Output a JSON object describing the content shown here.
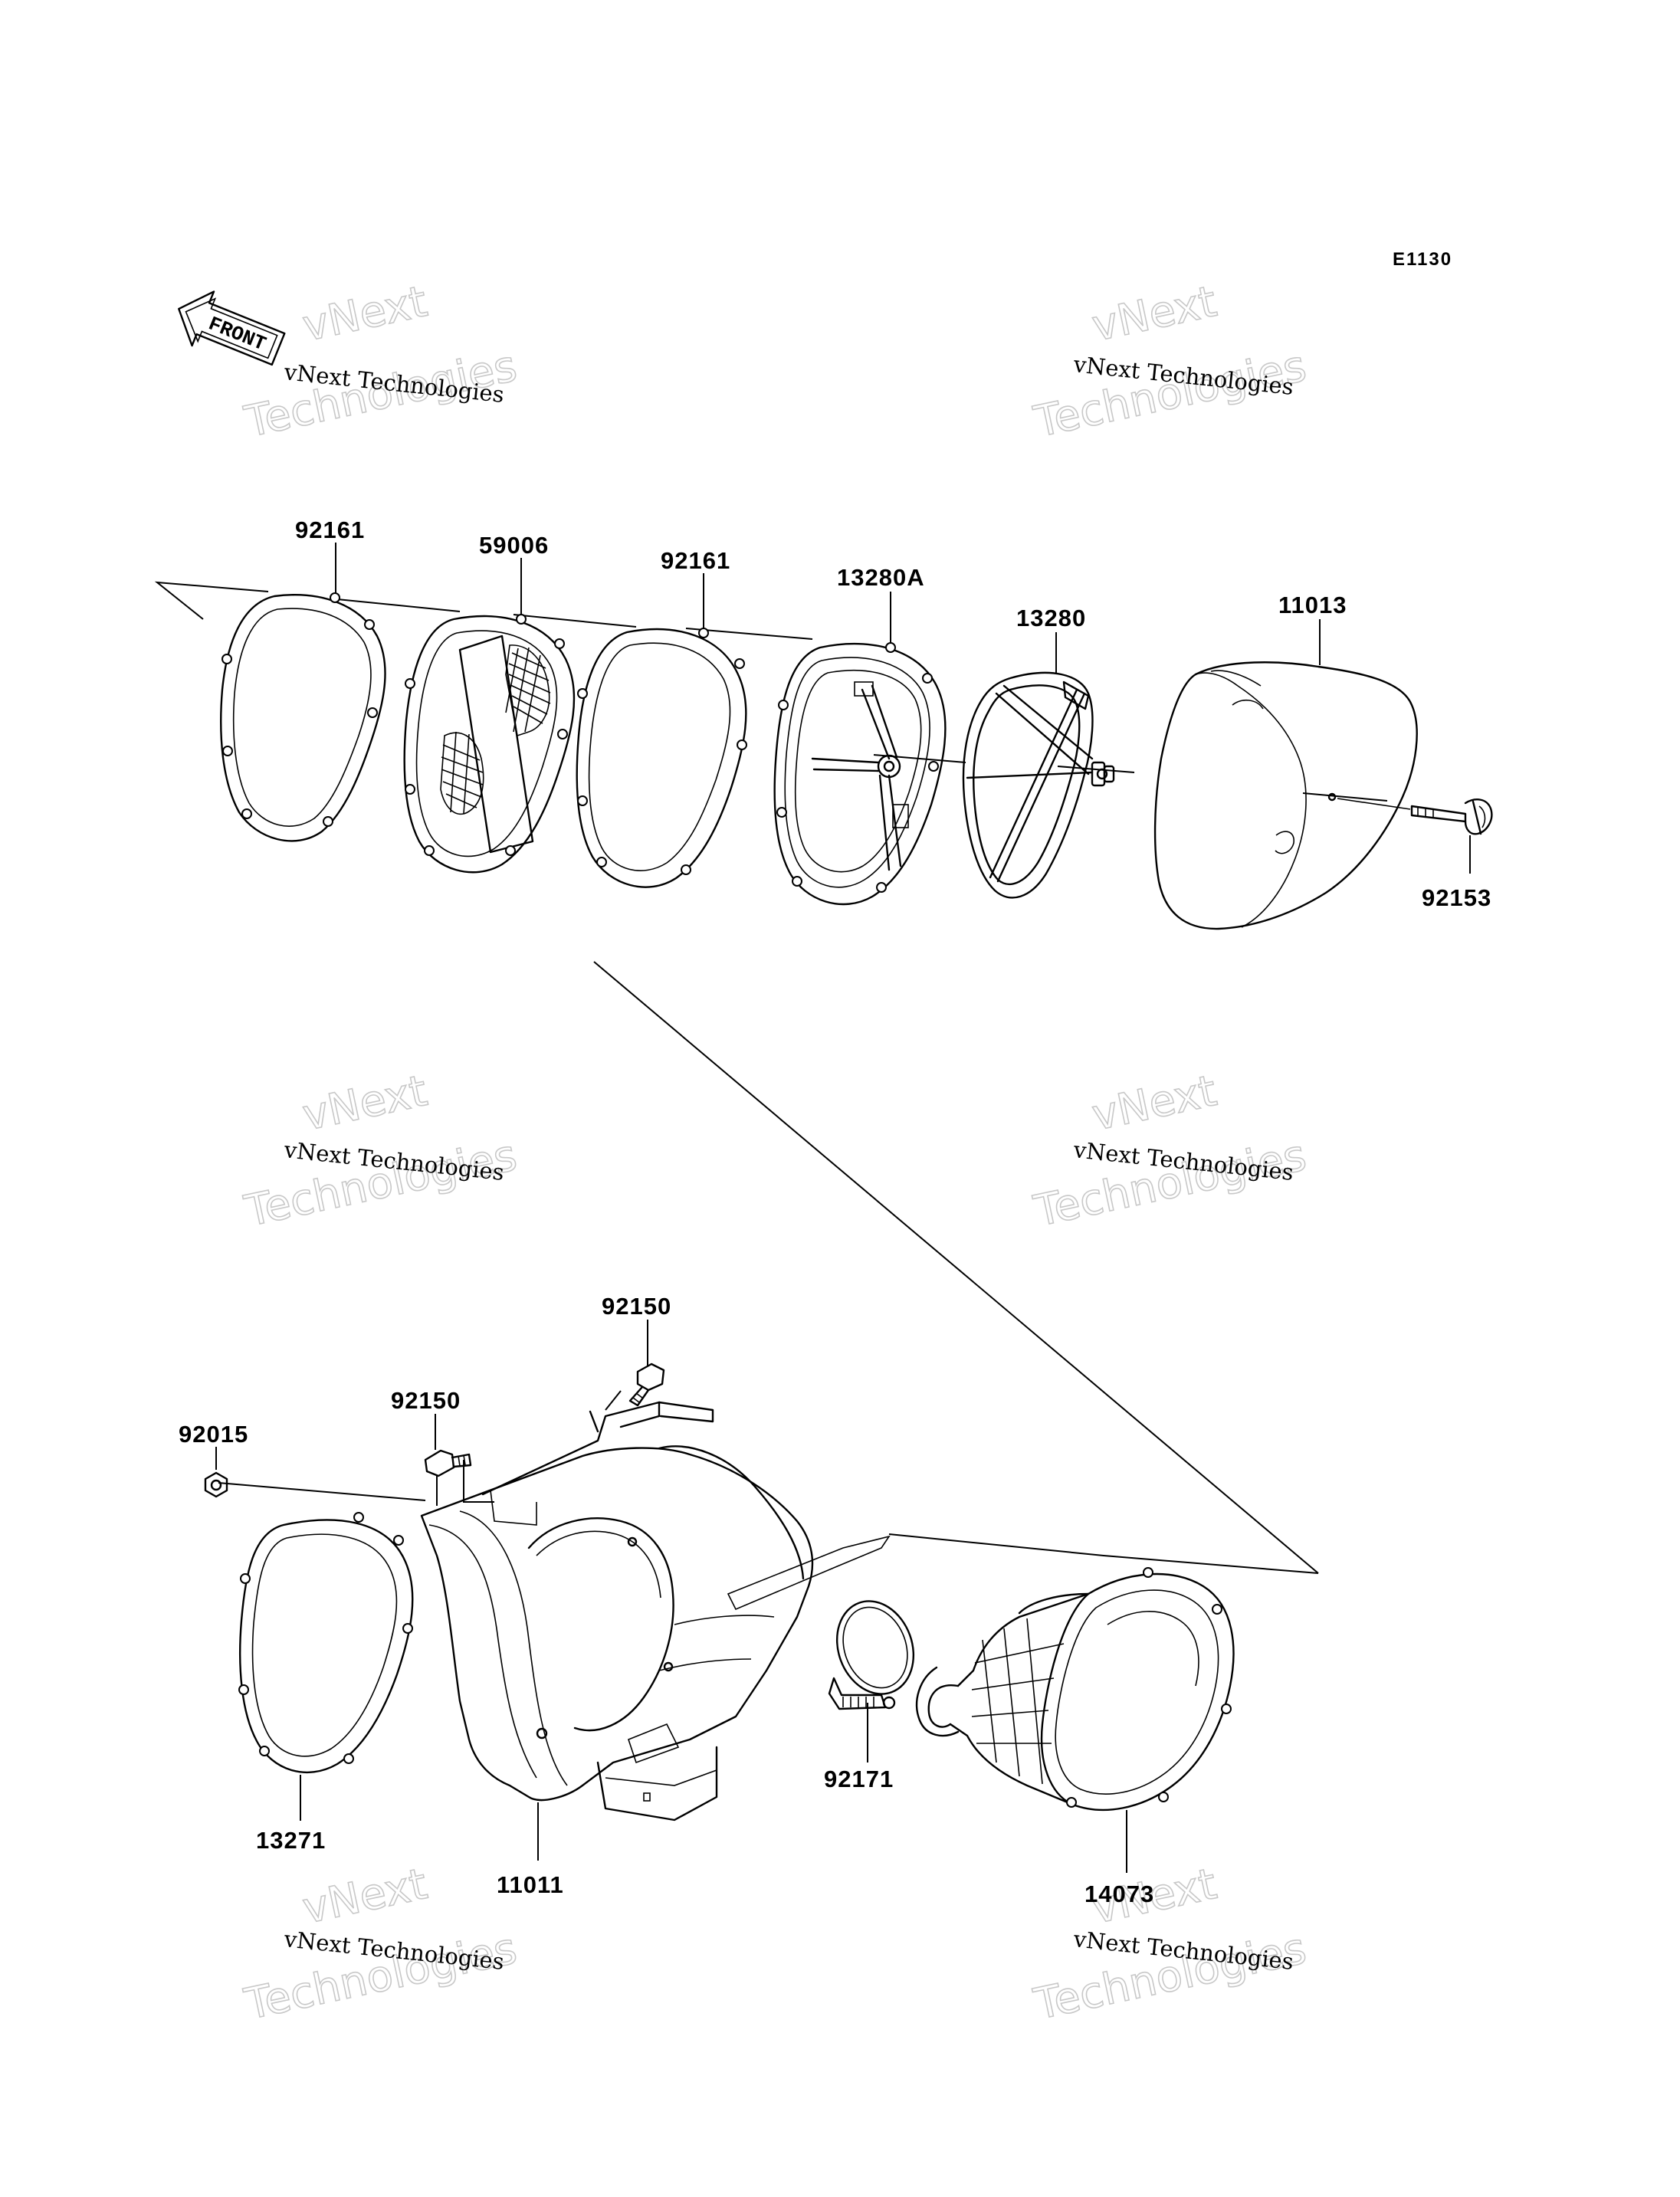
{
  "diagram_code": "E1130",
  "front_label": "FRONT",
  "watermark": {
    "line1": "vNext",
    "line2": "Technologies",
    "overlay": "vNext Technologies"
  },
  "parts": {
    "gasket_left": "92161",
    "element_outer": "59006",
    "gasket_right": "92161",
    "holder_a": "13280A",
    "holder": "13280",
    "cap": "11013",
    "bolt": "92153",
    "bolt_upper": "92150",
    "bolt_lower": "92150",
    "nut": "92015",
    "seal": "13271",
    "case": "11011",
    "clamp": "92171",
    "duct": "14073"
  }
}
